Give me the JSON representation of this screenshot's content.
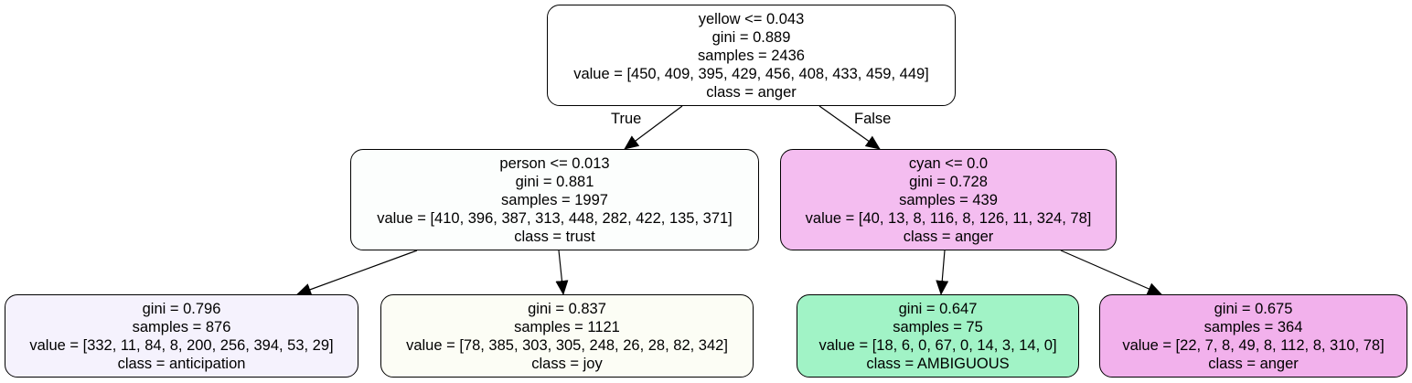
{
  "tree": {
    "root": {
      "split": "yellow <= 0.043",
      "gini": "gini = 0.889",
      "samples": "samples = 2436",
      "value": "value = [450, 409, 395, 429, 456, 408, 433, 459, 449]",
      "class": "class = anger",
      "fill": "#ffffff"
    },
    "left": {
      "split": "person <= 0.013",
      "gini": "gini = 0.881",
      "samples": "samples = 1997",
      "value": "value = [410, 396, 387, 313, 448, 282, 422, 135, 371]",
      "class": "class = trust",
      "fill": "#fcfefd"
    },
    "right": {
      "split": "cyan <= 0.0",
      "gini": "gini = 0.728",
      "samples": "samples = 439",
      "value": "value = [40, 13, 8, 116, 8, 126, 11, 324, 78]",
      "class": "class = anger",
      "fill": "#f4bdf0"
    },
    "left_left": {
      "gini": "gini = 0.796",
      "samples": "samples = 876",
      "value": "value = [332, 11, 84, 8, 200, 256, 394, 53, 29]",
      "class": "class = anticipation",
      "fill": "#f5f2fd"
    },
    "left_right": {
      "gini": "gini = 0.837",
      "samples": "samples = 1121",
      "value": "value = [78, 385, 303, 305, 248, 26, 28, 82, 342]",
      "class": "class = joy",
      "fill": "#fcfdf5"
    },
    "right_left": {
      "gini": "gini = 0.647",
      "samples": "samples = 75",
      "value": "value = [18, 6, 0, 67, 0, 14, 3, 14, 0]",
      "class": "class = AMBIGUOUS",
      "fill": "#a1f3c6"
    },
    "right_right": {
      "gini": "gini = 0.675",
      "samples": "samples = 364",
      "value": "value = [22, 7, 8, 49, 8, 112, 8, 310, 78]",
      "class": "class = anger",
      "fill": "#f2b1ec"
    }
  },
  "edge_labels": {
    "true_label": "True",
    "false_label": "False"
  }
}
